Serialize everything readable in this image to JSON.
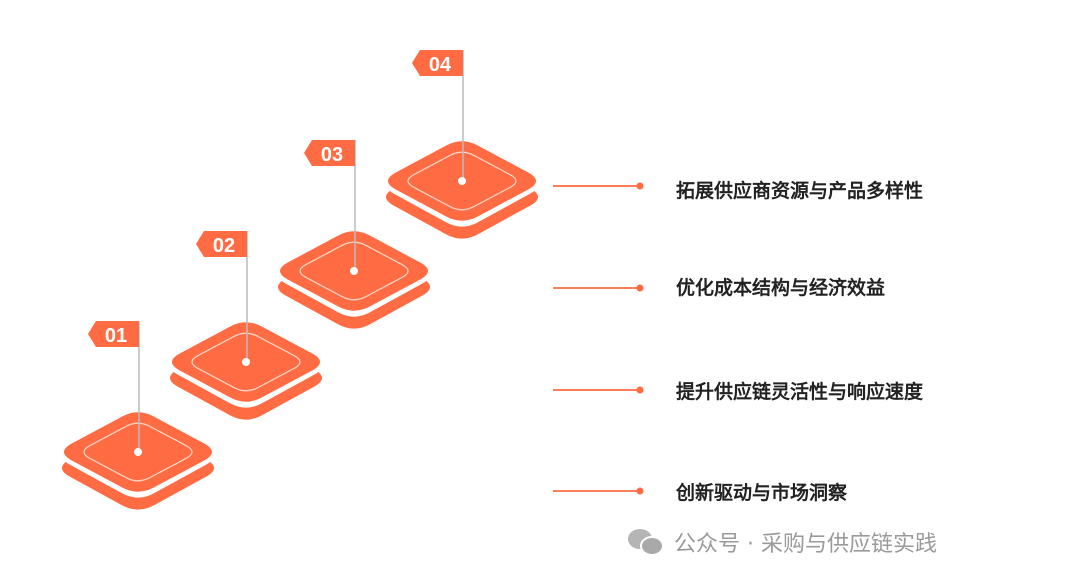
{
  "colors": {
    "accent": "#FF6B42",
    "pole": "#BBBBBB",
    "text": "#222222"
  },
  "steps": [
    {
      "number": "01",
      "text": "创新驱动与市场洞察"
    },
    {
      "number": "02",
      "text": "提升供应链灵活性与响应速度"
    },
    {
      "number": "03",
      "text": "优化成本结构与经济效益"
    },
    {
      "number": "04",
      "text": "拓展供应商资源与产品多样性"
    }
  ],
  "watermark": {
    "icon": "wechat-icon",
    "text": "公众号 · 采购与供应链实践"
  }
}
